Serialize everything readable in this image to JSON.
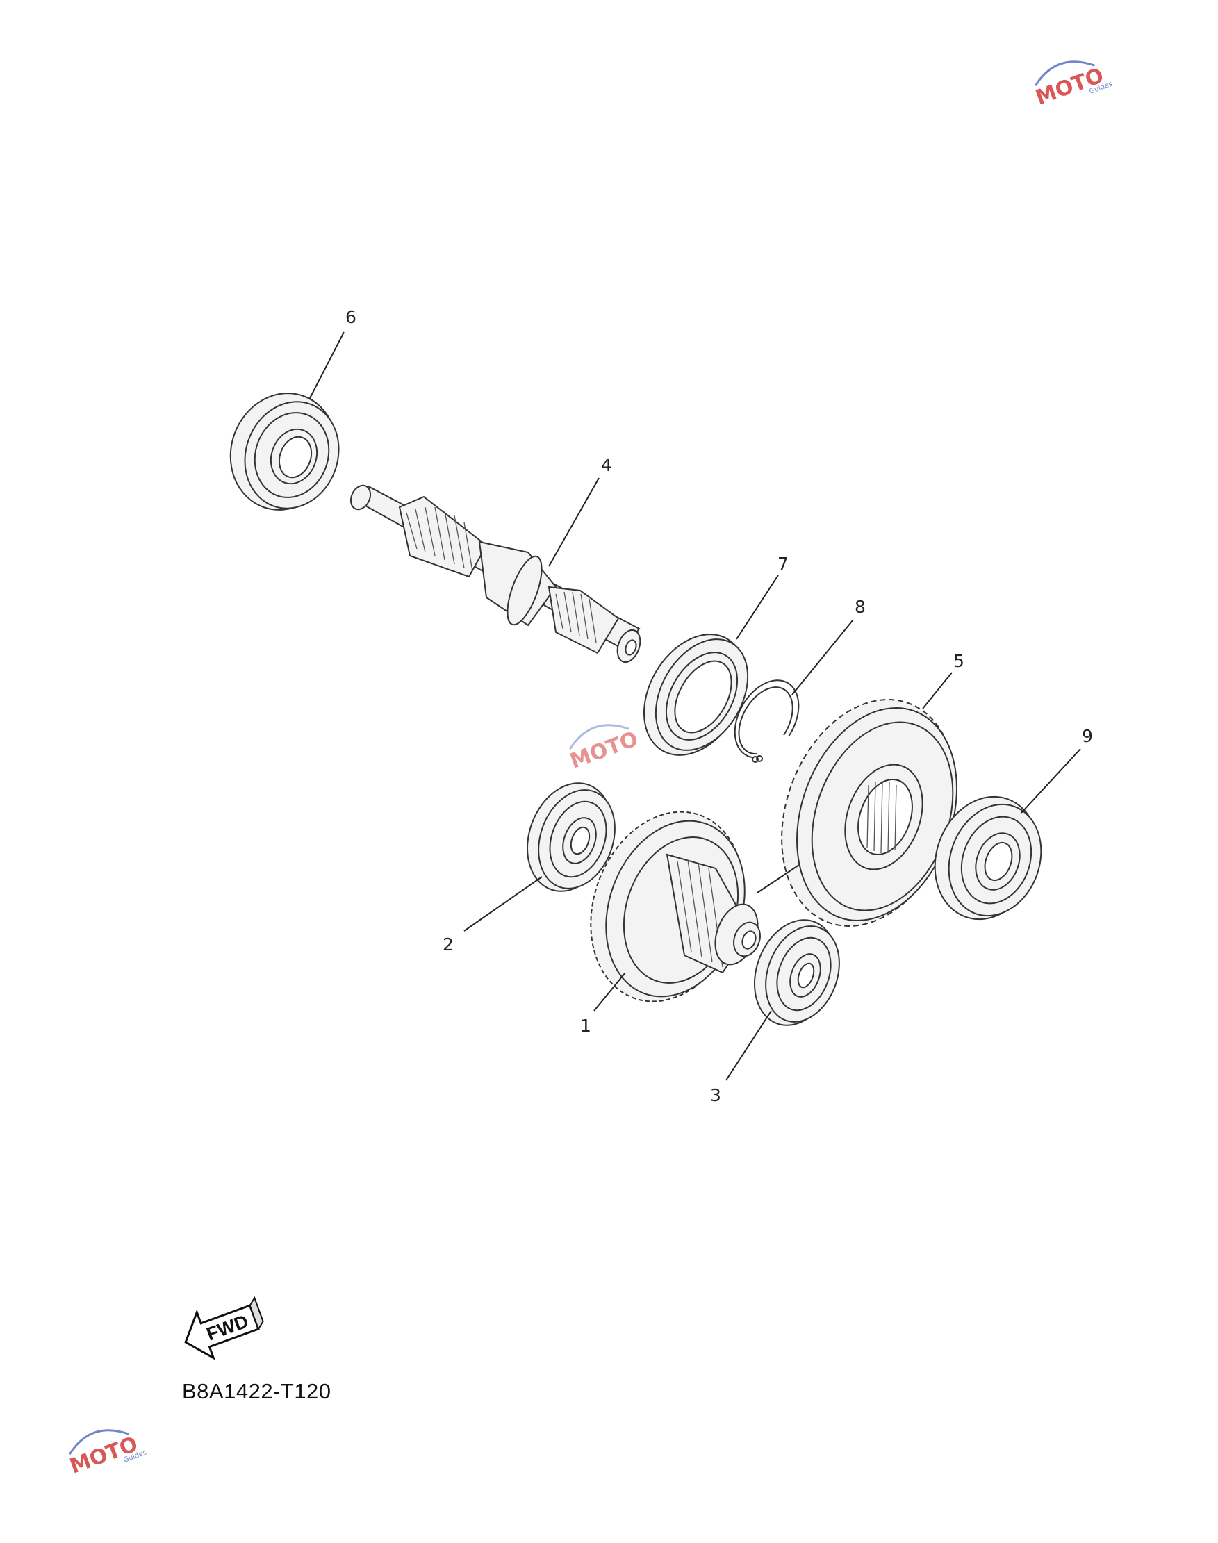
{
  "callouts": [
    {
      "id": "1",
      "label": "1"
    },
    {
      "id": "2",
      "label": "2"
    },
    {
      "id": "3",
      "label": "3"
    },
    {
      "id": "4",
      "label": "4"
    },
    {
      "id": "5",
      "label": "5"
    },
    {
      "id": "6",
      "label": "6"
    },
    {
      "id": "7",
      "label": "7"
    },
    {
      "id": "8",
      "label": "8"
    },
    {
      "id": "9",
      "label": "9"
    }
  ],
  "fwd_label": "FWD",
  "reference_code": "B8A1422-T120",
  "watermark": {
    "text": "MOTO",
    "sub": "Guides",
    "accent": "#d33a3a",
    "secondary": "#6f86c8"
  },
  "colors": {
    "line": "#333333",
    "fill": "#f3f3f3",
    "background": "#ffffff"
  }
}
